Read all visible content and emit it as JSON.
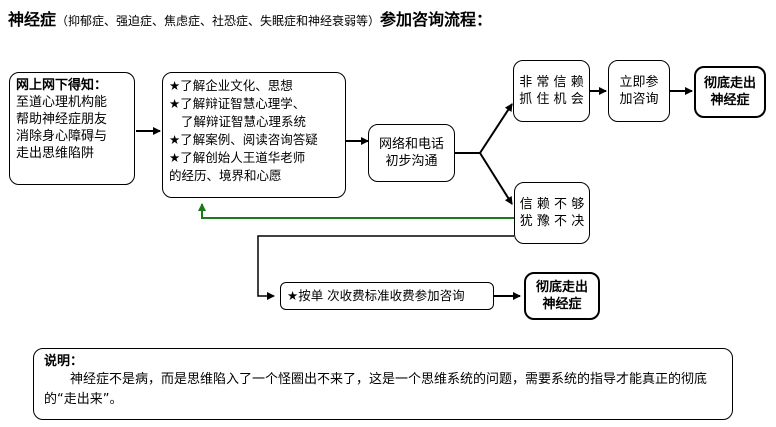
{
  "title": {
    "main_prefix": "神经症",
    "subtitle": "（抑郁症、强迫症、焦虑症、社恐症、失眠症和神经衰弱等）",
    "main_suffix": "参加咨询流程："
  },
  "box_online": {
    "heading": "网上网下得知：",
    "lines": [
      "至道心理机构能",
      "帮助神经症朋友",
      "消除身心障碍与",
      "走出思维陷阱"
    ]
  },
  "box_learn": {
    "lines": [
      "★了解企业文化、思想",
      "★了解辩证智慧心理学、",
      "了解辩证智慧心理系统",
      "★了解案例、阅读咨询答疑",
      "★了解创始人王道华老师",
      "的经历、境界和心愿"
    ]
  },
  "box_network": {
    "lines": [
      "网络和电话",
      "初步沟通"
    ]
  },
  "box_trust": {
    "lines": [
      "非 常 信 赖",
      "抓 住 机 会"
    ]
  },
  "box_join": {
    "lines": [
      "立即参",
      "加咨询"
    ]
  },
  "box_out_top": {
    "lines": [
      "彻底走出",
      "神经症"
    ]
  },
  "box_hesitate": {
    "lines": [
      "信 赖 不 够",
      "犹 豫 不 决"
    ]
  },
  "box_pay": {
    "text": "★按单 次收费标准收费参加咨询"
  },
  "box_out_bottom": {
    "lines": [
      "彻底走出",
      "神经症"
    ]
  },
  "note": {
    "heading": "说明：",
    "text": "神经症不是病，而是思维陷入了一个怪圈出不来了，这是一个思维系统的问题，需要系统的指导才能真正的彻底的“走出来”。"
  },
  "colors": {
    "feedback_arrow": "#1a7a1a",
    "line": "#000000"
  }
}
